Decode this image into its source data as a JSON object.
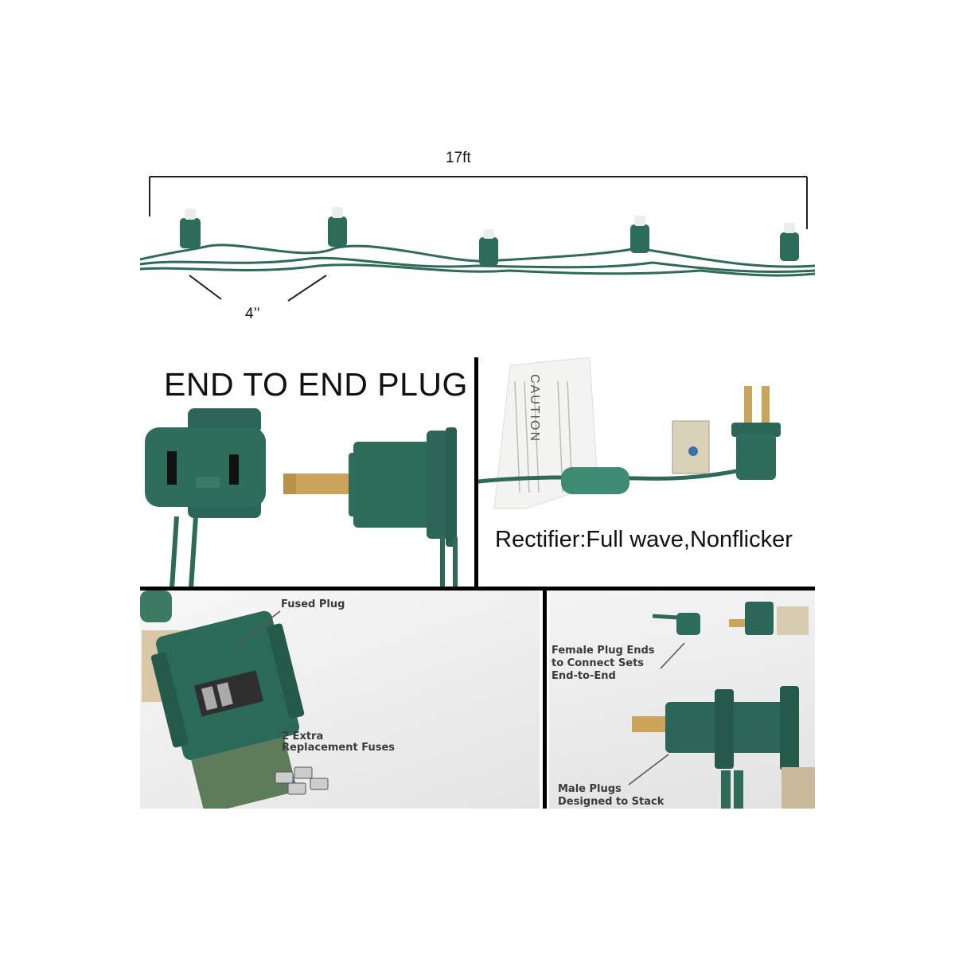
{
  "dimensions": {
    "total_length": "17ft",
    "bulb_spacing": "4’’"
  },
  "panels": {
    "end_to_end": {
      "title": "END TO END PLUG"
    },
    "rectifier": {
      "caption": "Rectifier:Full wave,Nonflicker",
      "tag_text": "CAUTION"
    },
    "fused": {
      "fused_label": "Fused Plug",
      "fuses_label_line1": "2 Extra",
      "fuses_label_line2": "Replacement Fuses"
    },
    "stacking": {
      "female_line1": "Female Plug Ends",
      "female_line2": "to Connect Sets",
      "female_line3": "End-to-End",
      "male_line1": "Male Plugs",
      "male_line2": "Designed to Stack"
    }
  },
  "colors": {
    "wire_green": "#2f6a58",
    "plug_green": "#2d6b5a",
    "brass": "#c9a45a",
    "divider": "#000000"
  }
}
